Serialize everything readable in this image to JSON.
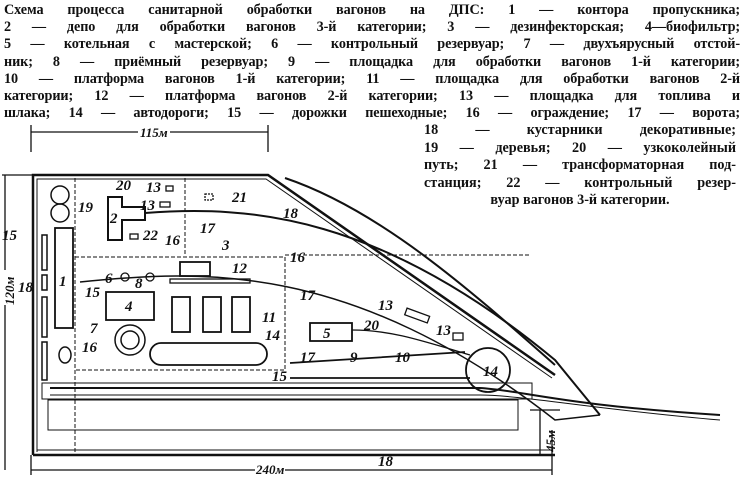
{
  "caption": {
    "lines": [
      "Схема  процесса  санитарной  обработки вагонов на ДПС: 1 — контора пропускника;",
      "2 — депо  для обработки  вагонов 3-й категории; 3 — дезинфекторская; 4—биофильтр;",
      "5 — котельная с мастерской;  6 — контрольный резервуар; 7 — двухъярусный отстой-",
      "ник;  8 — приёмный резервуар;  9 — площадка  для  обработки вагонов 1-й категории;",
      "10 — платформа  вагонов  1-й  категории;   11 — площадка  для обработки  вагонов  2-й",
      "категории;   12 — платформа вагонов   2-й категории;   13 — площадка  для  топлива  и",
      "шлака;  14 — автодороги;  15 — дорожки пешеходные;  16 — ограждение;  17 — ворота;"
    ],
    "right_lines": [
      "18 — кустарники          декоративные;",
      "19 — деревья;    20 — узкоколейный",
      "путь;  21 — трансформаторная под-",
      "станция;  22 — контрольный  резер-",
      "вуар вагонов 3-й категории."
    ]
  },
  "dimensions": {
    "top": "115м",
    "left": "120м",
    "bottom": "240м",
    "right": "45м"
  },
  "labels": {
    "l1": "1",
    "l2": "2",
    "l3": "3",
    "l4": "4",
    "l5": "5",
    "l6": "6",
    "l7": "7",
    "l8": "8",
    "l9": "9",
    "l10": "10",
    "l11": "11",
    "l12": "12",
    "l13a": "13",
    "l13b": "13",
    "l13c": "13",
    "l13d": "13",
    "l14a": "14",
    "l14b": "14",
    "l15a": "15",
    "l15b": "15",
    "l15c": "15",
    "l16a": "16",
    "l16b": "16",
    "l16c": "16",
    "l17a": "17",
    "l17b": "17",
    "l17c": "17",
    "l18a": "18",
    "l18b": "18",
    "l18c": "18",
    "l19": "19",
    "l20a": "20",
    "l20b": "20",
    "l21": "21",
    "l22": "22"
  }
}
